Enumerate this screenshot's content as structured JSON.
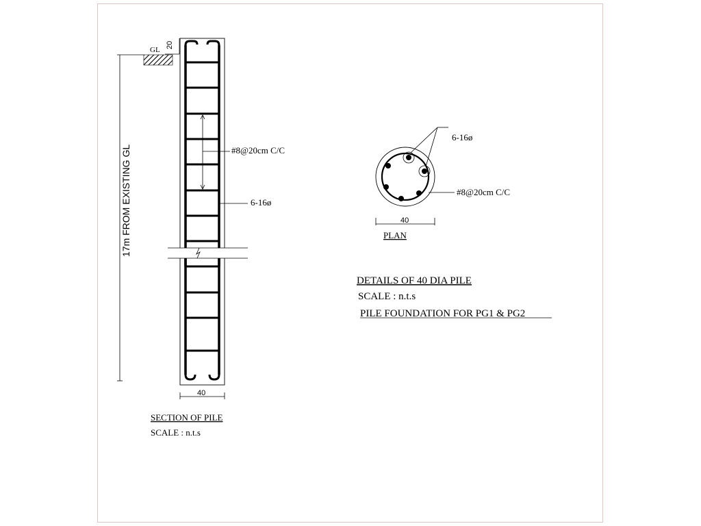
{
  "section": {
    "gl_label": "GL",
    "gl_dim": "20",
    "depth_label": "17m FROM EXISTING GL",
    "stirrup_label": "#8@20cm C/C",
    "bar_label": "6-16ø",
    "width_dim": "40",
    "title": "SECTION OF PILE",
    "scale": "SCALE : n.t.s"
  },
  "plan": {
    "bar_label": "6-16ø",
    "stirrup_label": "#8@20cm C/C",
    "width_dim": "40",
    "title": "PLAN"
  },
  "details": {
    "title": "DETAILS OF 40 DIA PILE",
    "scale": "SCALE : n.t.s",
    "subtitle": "PILE FOUNDATION FOR PG1 & PG2"
  }
}
